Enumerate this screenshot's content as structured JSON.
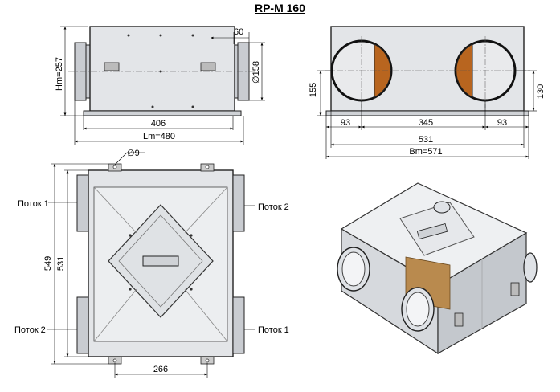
{
  "title": "RP-M 160",
  "front_view": {
    "dim_height": "Hm=257",
    "dim_width_inner": "406",
    "dim_width_total": "Lm=480",
    "dim_flange": "60",
    "dim_diameter": "∅158"
  },
  "side_view": {
    "dim_left_height": "155",
    "dim_right_height": "130",
    "dim_left_offset": "93",
    "dim_center": "345",
    "dim_right_offset": "93",
    "dim_inner": "531",
    "dim_total": "Bm=571"
  },
  "top_view": {
    "dim_hole": "∅9",
    "dim_outer": "549",
    "dim_inner": "531",
    "dim_bottom": "266",
    "flow_top_left": "Поток 1",
    "flow_top_right": "Поток 2",
    "flow_bottom_left": "Поток 2",
    "flow_bottom_right": "Поток 1"
  }
}
